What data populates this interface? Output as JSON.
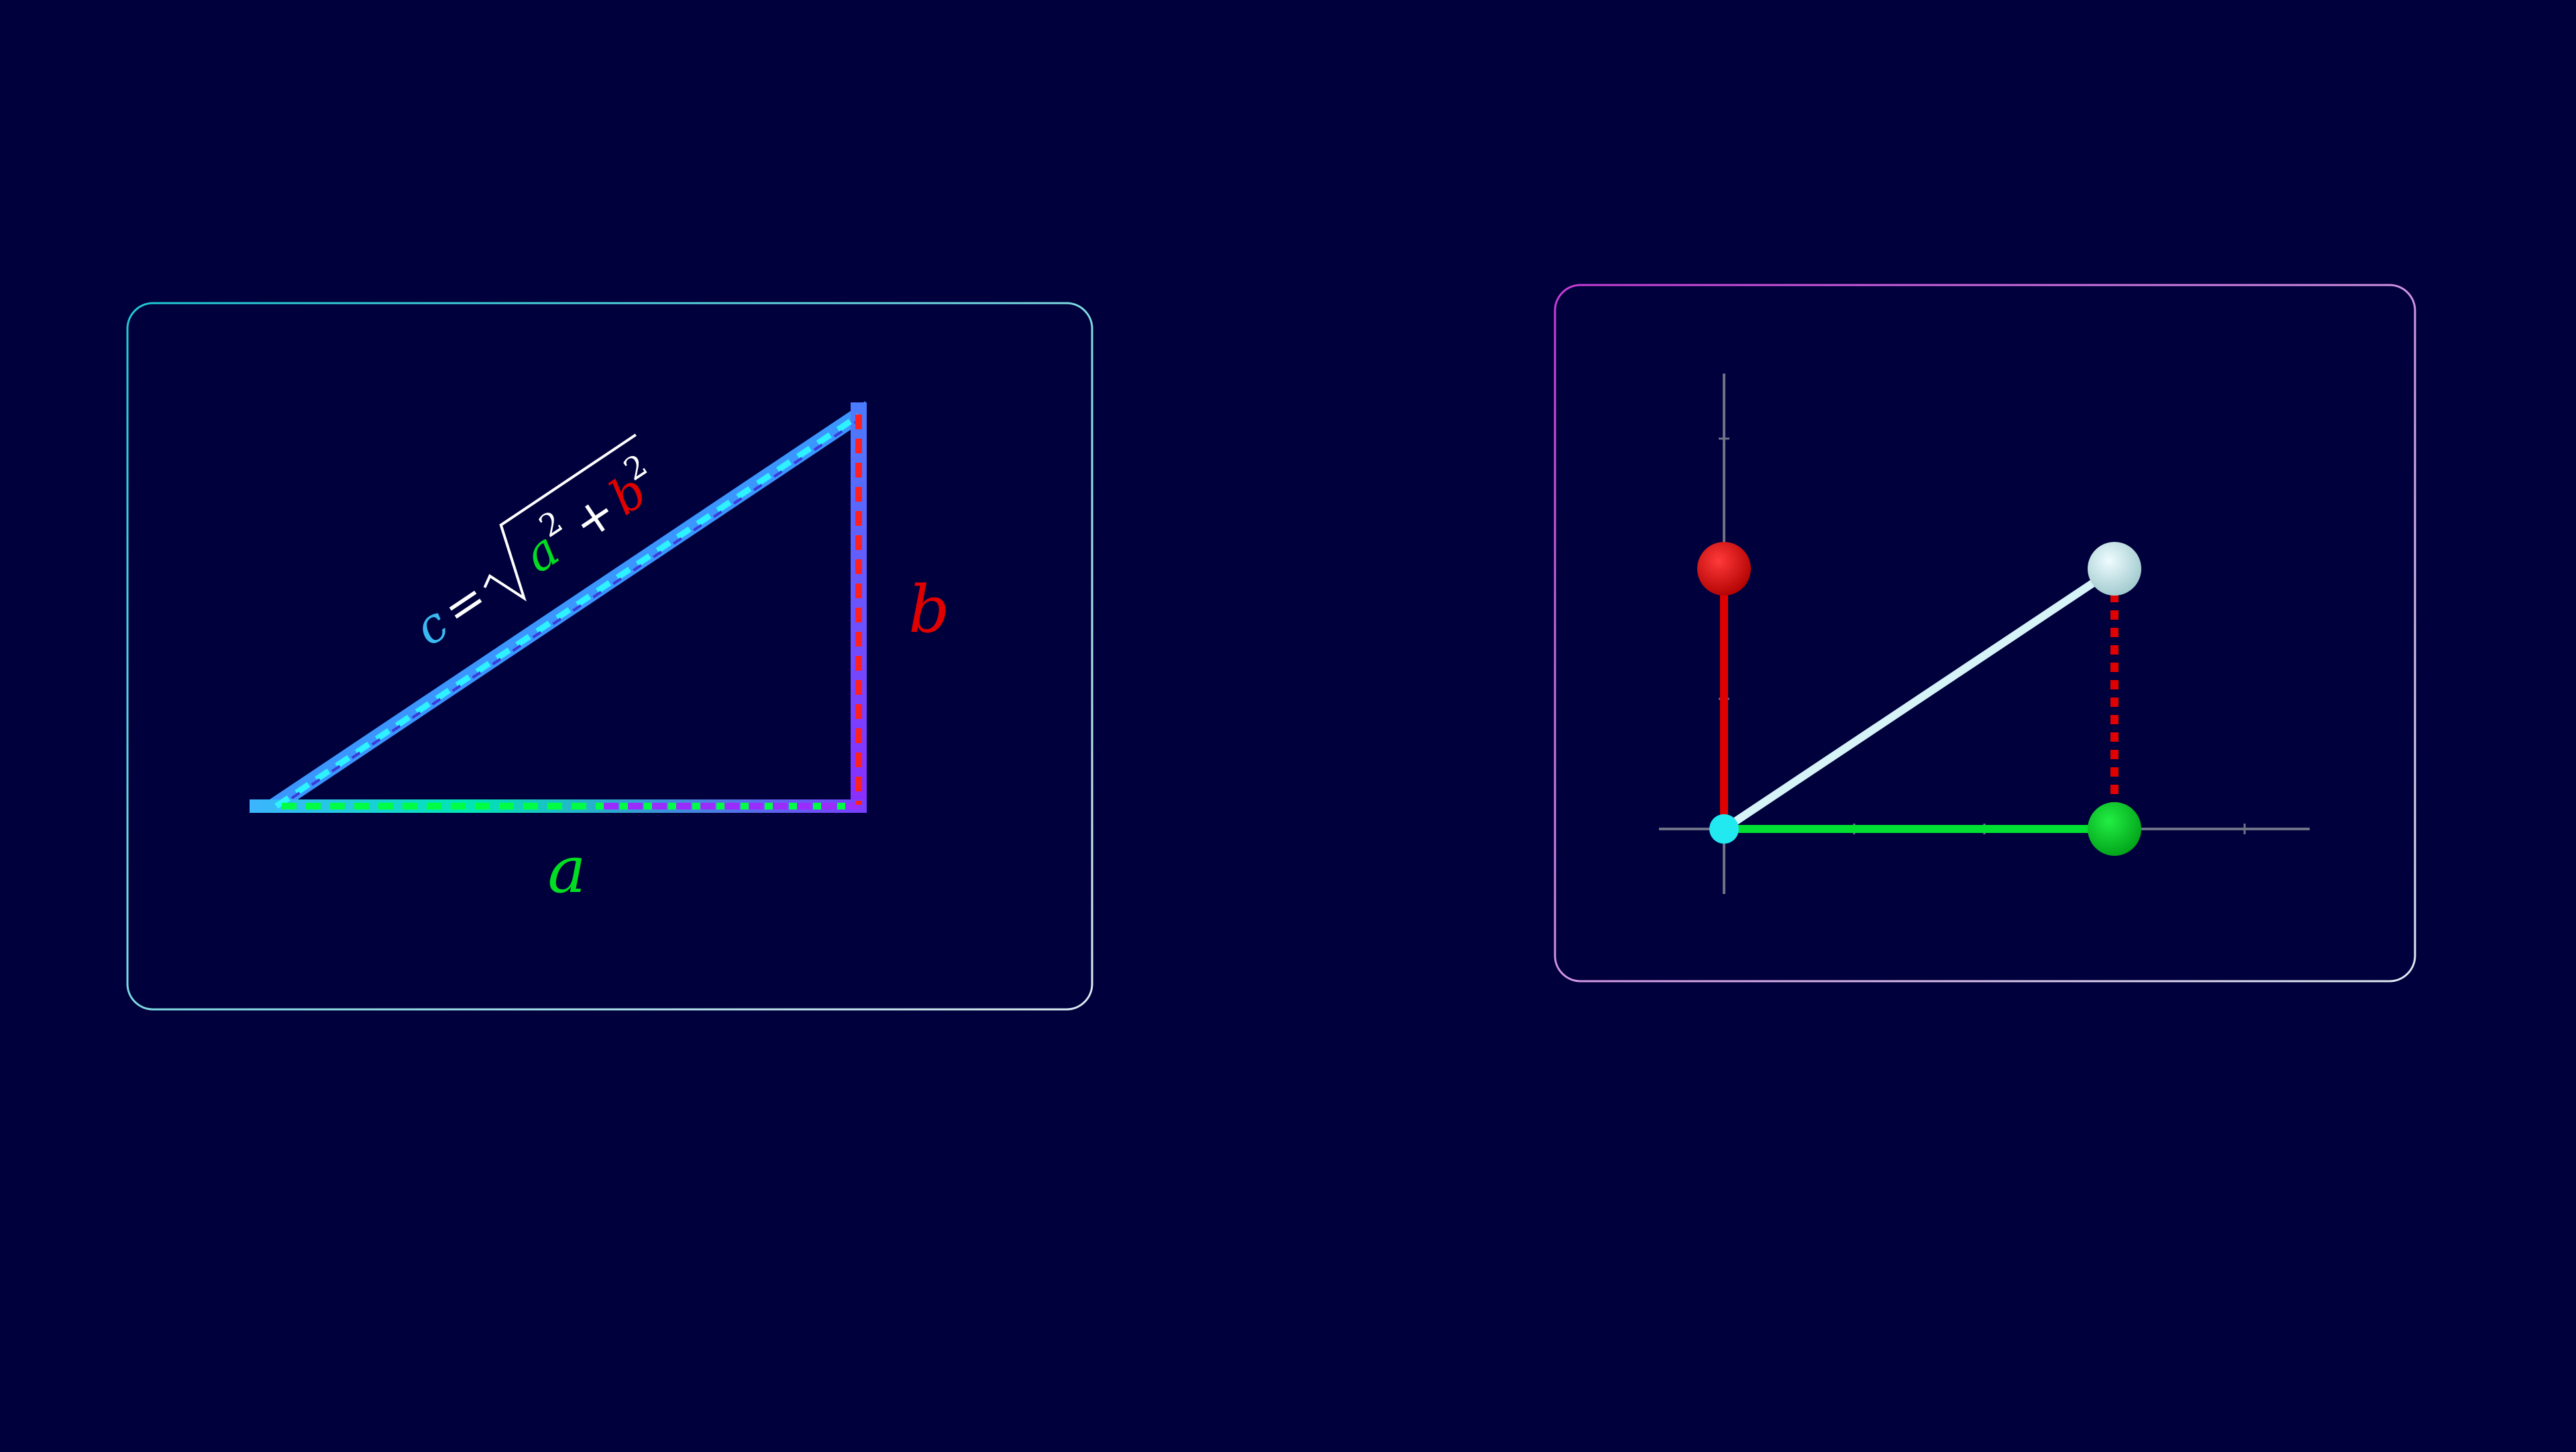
{
  "background": "#00003c",
  "left_panel": {
    "border_gradient": [
      "#1ec8d2",
      "#dcecf0"
    ],
    "side_a_label": "a",
    "side_b_label": "b",
    "formula": {
      "c": "c",
      "equals": "=",
      "a": "a",
      "plus": "+",
      "b": "b",
      "exponent": "2"
    },
    "colors": {
      "a": "#00dd22",
      "b": "#e00000",
      "c": "#3ab8f0",
      "formula_text": "#ffffff",
      "hypotenuse_fill": "#3c96ff",
      "dash_cyan": "#2ef2ff",
      "dash_blue": "#3a3ad8",
      "dash_green": "#00ff44",
      "dash_red": "#ff2020",
      "dash_purple": "#9a2cff"
    }
  },
  "right_panel": {
    "border_gradient": [
      "#c83cd6",
      "#dcecf0"
    ],
    "colors": {
      "axis": "#6e7287",
      "a_segment": "#00e033",
      "b_segment": "#e00000",
      "hypotenuse": "#d6f4f8",
      "origin_point": "#22e8f0",
      "ball_red": "#e00000",
      "ball_green": "#00c81e",
      "ball_light": "#c4e4e8"
    },
    "chart_data": {
      "type": "diagram",
      "origin": [
        0,
        0
      ],
      "point_a": [
        3,
        0
      ],
      "point_b": [
        0,
        2
      ],
      "point_c": [
        3,
        2
      ],
      "x_ticks": [
        1,
        2,
        3,
        4
      ],
      "y_ticks": [
        1,
        2,
        3
      ],
      "xlim": [
        -0.5,
        4.5
      ],
      "ylim": [
        -0.5,
        3.5
      ]
    }
  }
}
